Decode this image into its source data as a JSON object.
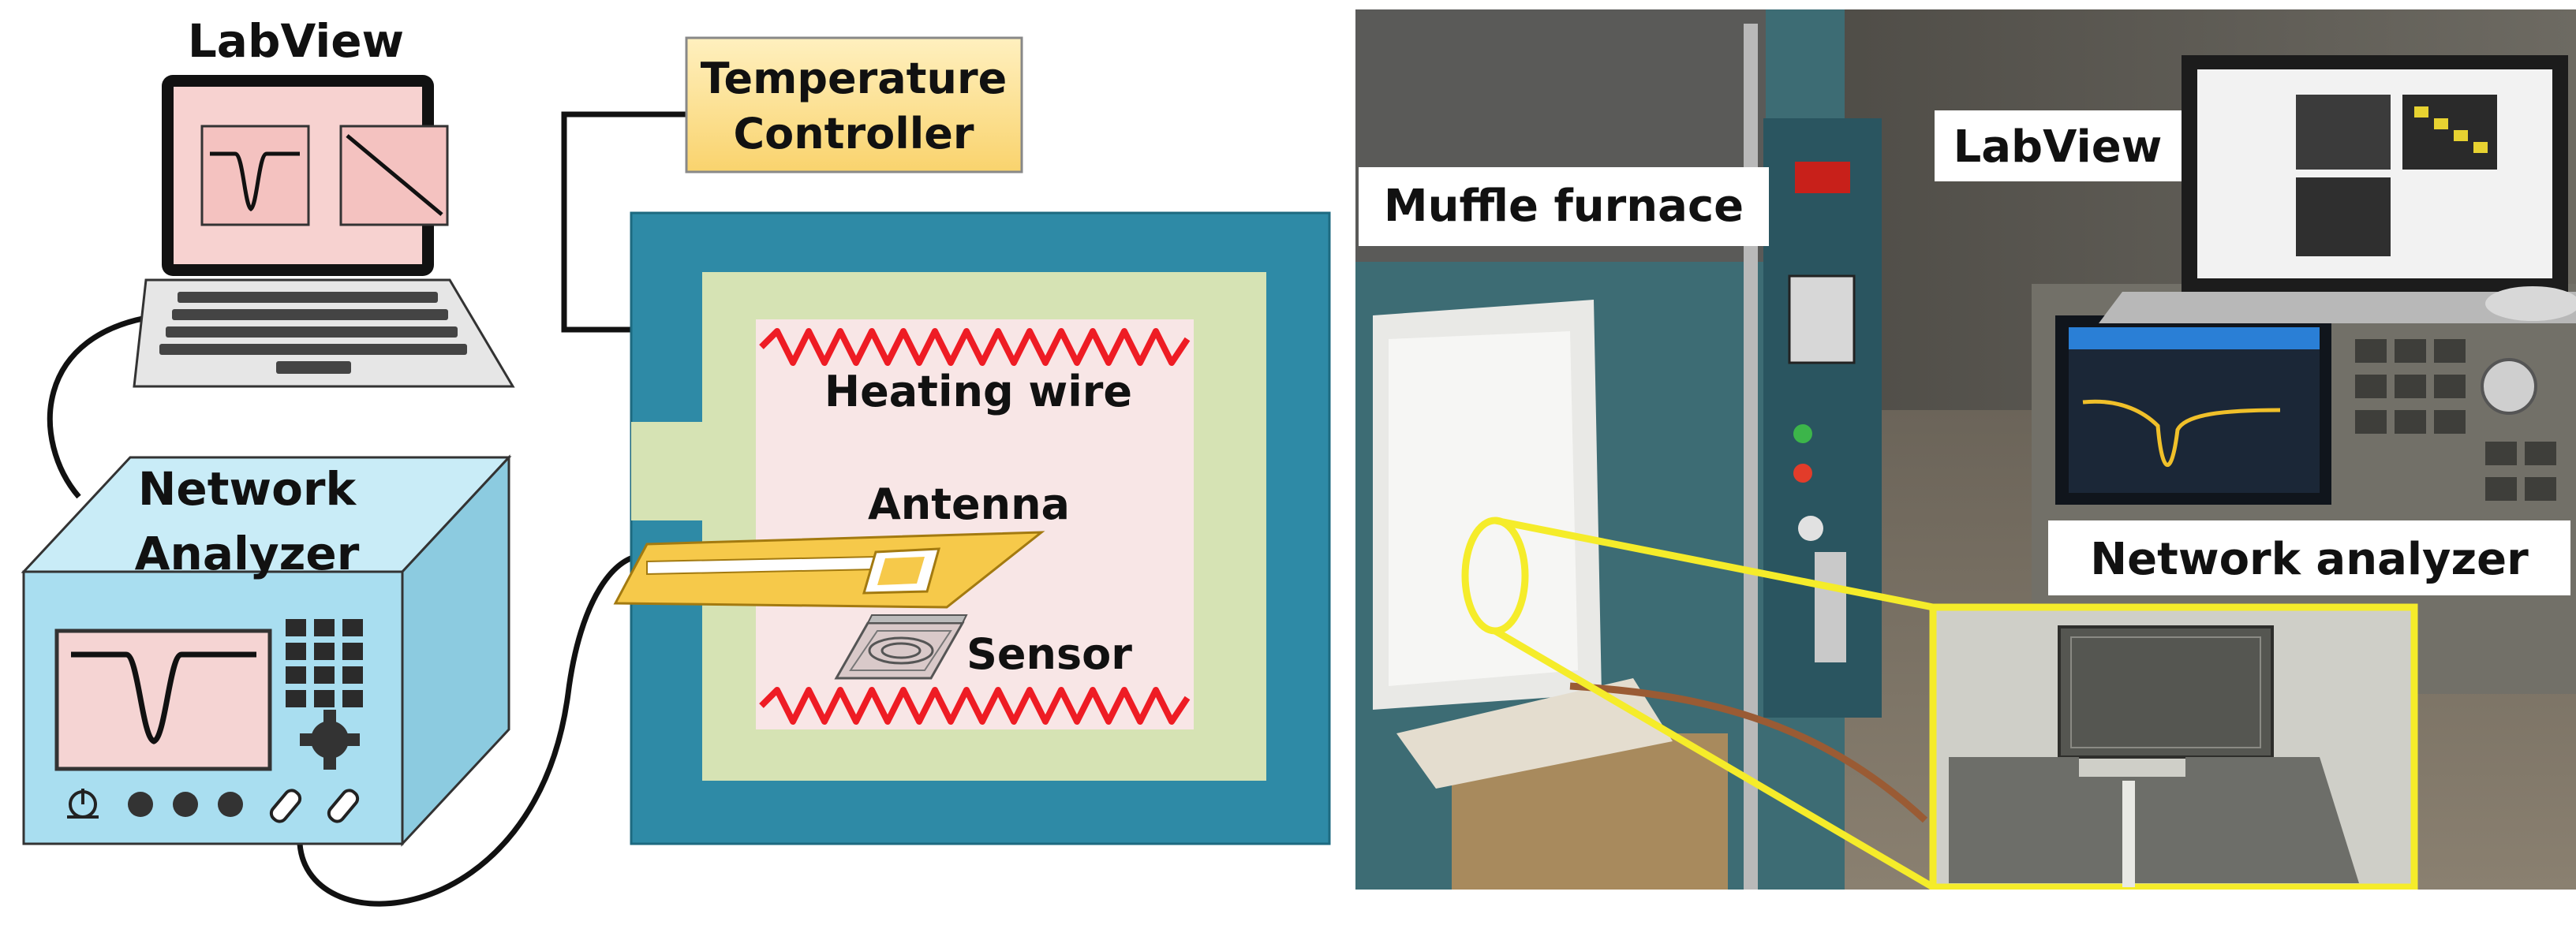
{
  "schematic": {
    "laptop_label": "LabView",
    "temp_controller_line1": "Temperature",
    "temp_controller_line2": "Controller",
    "heating_wire_label": "Heating wire",
    "antenna_label": "Antenna",
    "sensor_label": "Sensor",
    "network_analyzer_line1": "Network",
    "network_analyzer_line2": "Analyzer"
  },
  "photo": {
    "muffle_furnace_label": "Muffle furnace",
    "labview_label": "LabView",
    "network_analyzer_label": "Network analyzer"
  },
  "colors": {
    "furnace_outer": "#2e8aa6",
    "furnace_inner": "#d6e3b4",
    "chamber": "#f8e6e6",
    "heating_wire": "#ee1c24",
    "temp_controller": "#fce28e",
    "analyzer_body": "#a9def0",
    "laptop_screen": "#f7d2d0",
    "antenna": "#f6c94a",
    "callout": "#f5ec2a"
  },
  "icons": [
    "laptop-icon",
    "network-analyzer-icon",
    "furnace-icon",
    "sensor-chip-icon",
    "antenna-icon",
    "heating-wire-icon"
  ]
}
